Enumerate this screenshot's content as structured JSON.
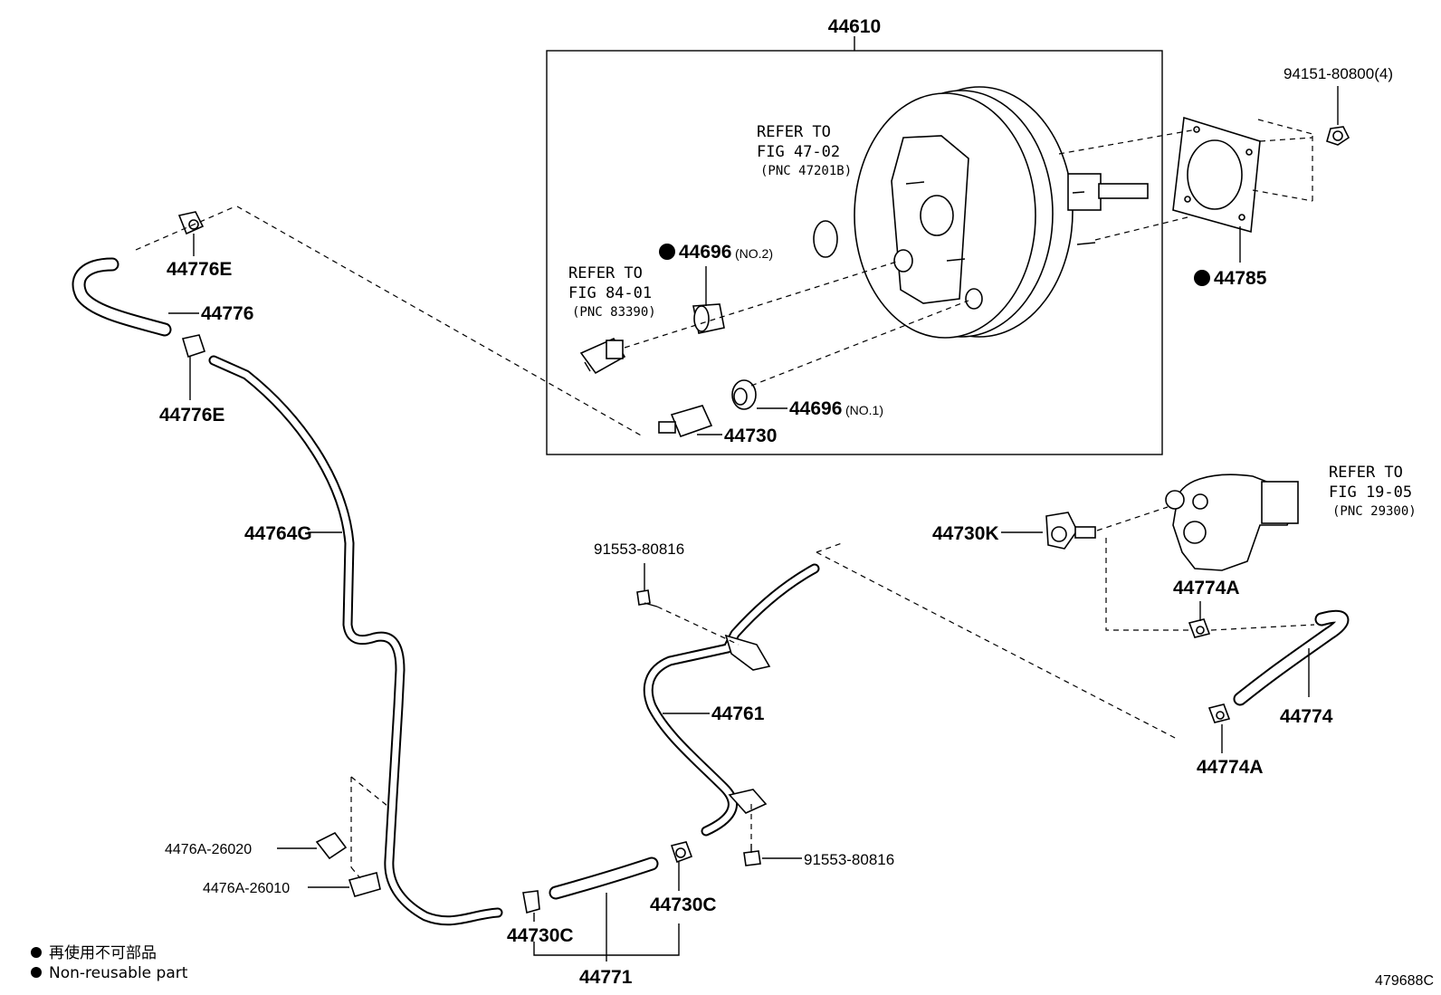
{
  "labels": {
    "p44610": "44610",
    "p94151": "94151-80800(4)",
    "p44785": "44785",
    "p44696_no2": "44696",
    "no2": "(NO.2)",
    "p44696_no1": "44696",
    "no1": "(NO.1)",
    "p44730": "44730",
    "p44776E_top": "44776E",
    "p44776": "44776",
    "p44776E_bottom": "44776E",
    "p44764G": "44764G",
    "p44730K": "44730K",
    "p44774A_top": "44774A",
    "p44774": "44774",
    "p44774A_bottom": "44774A",
    "p91553_top": "91553-80816",
    "p91553_bottom": "91553-80816",
    "p44761": "44761",
    "p4476A_26020": "4476A-26020",
    "p4476A_26010": "4476A-26010",
    "p44730C_left": "44730C",
    "p44730C_right": "44730C",
    "p44771": "44771"
  },
  "refs": {
    "fig4702": {
      "line1": "REFER TO",
      "line2": "FIG 47-02",
      "line3": "(PNC 47201B)"
    },
    "fig8401": {
      "line1": "REFER TO",
      "line2": "FIG 84-01",
      "line3": "(PNC 83390)"
    },
    "fig1905": {
      "line1": "REFER TO",
      "line2": "FIG 19-05",
      "line3": "(PNC 29300)"
    }
  },
  "legend": {
    "japanese": "再使用不可部品",
    "english": "Non-reusable part"
  },
  "figure_code": "479688C"
}
